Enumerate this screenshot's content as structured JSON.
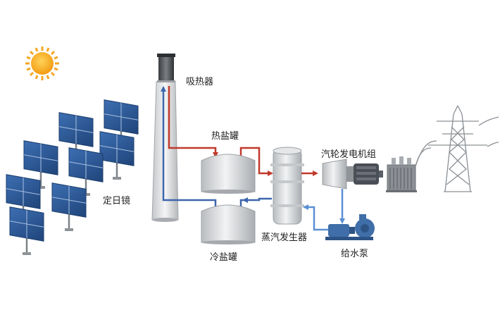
{
  "labels": {
    "receiver": "吸热器",
    "heliostat": "定日镜",
    "hot_tank": "热盐罐",
    "cold_tank": "冷盐罐",
    "steam_generator": "蒸汽发生器",
    "turbine_generator": "汽轮发电机组",
    "feed_pump": "给水泵"
  },
  "colors": {
    "hot_pipe": "#c0392b",
    "cold_pipe": "#3d66ad",
    "water_pipe": "#5b8fd4",
    "sun": "#f5a623",
    "panel": "#2f5c9c",
    "pump": "#3f6ea8",
    "generator": "#4a4f57"
  },
  "icons": [
    "sun-icon",
    "heliostat-icon",
    "receiver-tower-icon",
    "tank-icon",
    "steam-generator-icon",
    "turbine-icon",
    "generator-icon",
    "transformer-icon",
    "transmission-tower-icon",
    "pump-icon"
  ]
}
